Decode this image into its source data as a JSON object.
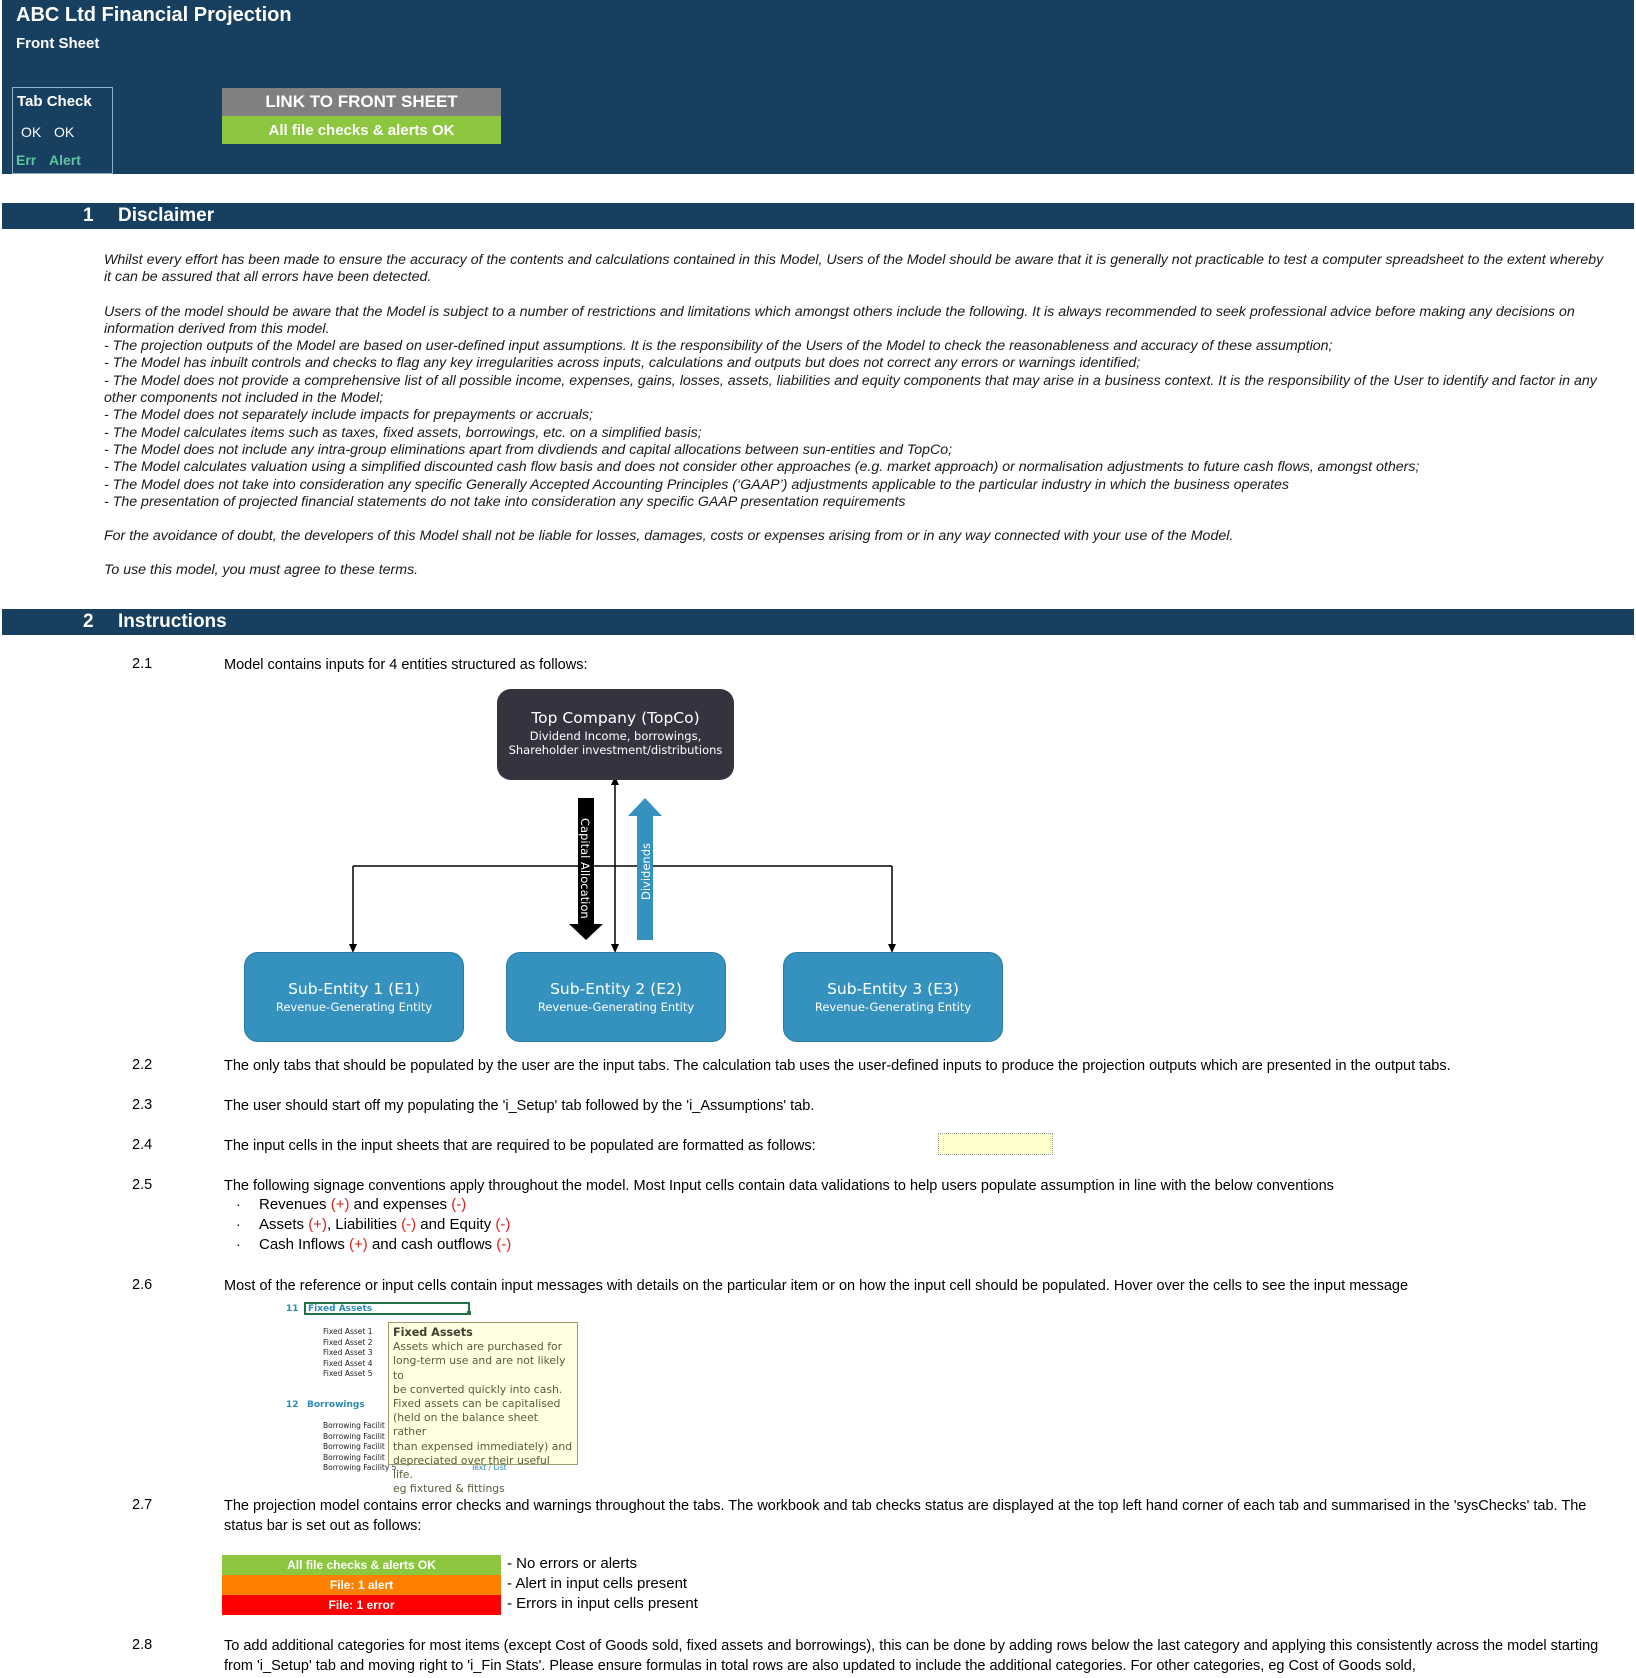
{
  "header": {
    "title": "ABC Ltd Financial Projection",
    "subtitle": "Front Sheet",
    "tab_check": {
      "title": "Tab Check",
      "ok_1": "OK",
      "ok_2": "OK",
      "err": "Err",
      "alert": "Alert"
    },
    "link_button": "LINK TO FRONT SHEET",
    "status": "All file checks & alerts OK"
  },
  "sections": [
    {
      "num": "1",
      "label": "Disclaimer"
    },
    {
      "num": "2",
      "label": "Instructions"
    }
  ],
  "disclaimer": {
    "p1": "Whilst every effort has been made to ensure the accuracy of the contents and calculations contained in this Model, Users of the Model should be aware that it is generally not practicable to test a computer spreadsheet to the extent whereby it can be assured that all errors have been detected.",
    "p2": "Users of the model should be aware that the Model is subject to a number of restrictions and limitations which amongst others include the following. It is always recommended to seek professional advice before making any decisions on information derived from this model.",
    "items": [
      "- The projection outputs of the Model are based on user-defined input assumptions. It is the responsibility of the Users of the Model to check the reasonableness and accuracy of these assumption;",
      "- The Model has inbuilt controls and checks to flag any key irregularities across inputs, calculations and outputs but does not correct any errors or warnings identified;",
      "- The Model does not provide a comprehensive list of all possible income, expenses, gains, losses, assets, liabilities and equity components that may arise in a business context. It is the responsibility of the User to identify and factor in any other components not included in the Model;",
      "- The Model does not separately include impacts for prepayments or accruals;",
      "- The Model calculates items such as taxes, fixed assets, borrowings, etc. on a simplified basis;",
      "- The Model does not include any intra-group eliminations apart from divdiends and capital allocations between sun-entities and TopCo;",
      "- The Model calculates valuation using a simplified discounted cash flow basis and does not consider other approaches (e.g. market approach) or normalisation adjustments to future cash flows, amongst others;",
      "- The Model does not take into consideration any specific Generally Accepted Accounting Principles (‘GAAP’) adjustments applicable to the particular industry in which the business operates",
      "- The presentation of projected financial statements do not take into consideration any specific GAAP presentation requirements"
    ],
    "p3": "For the avoidance of doubt, the developers of this Model shall not be liable for losses, damages, costs or expenses arising from or in any way connected with your use of the Model.",
    "p4": "To use this model, you must agree to these terms."
  },
  "instructions": {
    "i21": {
      "num": "2.1",
      "text": "Model contains inputs for 4 entities structured as follows:"
    },
    "i22": {
      "num": "2.2",
      "text": "The only tabs that should be populated by the user are the input tabs. The calculation tab uses the user-defined inputs to produce the projection outputs which are presented in the output tabs."
    },
    "i23": {
      "num": "2.3",
      "text": "The user should start off my populating the 'i_Setup' tab followed by the 'i_Assumptions' tab."
    },
    "i24": {
      "num": "2.4",
      "text": "The input cells in the input sheets that are required to be populated are formatted as follows:"
    },
    "i25": {
      "num": "2.5",
      "text": "The following signage conventions apply throughout the model. Most Input cells contain data validations to help users populate assumption in line with the below conventions"
    },
    "bullets": {
      "b1": {
        "a": "Revenues ",
        "b": "(+)",
        "c": " and expenses ",
        "d": "(-)"
      },
      "b2": {
        "a": "Assets ",
        "b": "(+)",
        "c": ", Liabilities ",
        "d": "(-)",
        "e": " and Equity ",
        "f": "(-)"
      },
      "b3": {
        "a": "Cash Inflows ",
        "b": "(+)",
        "c": " and cash outflows ",
        "d": "(-)"
      },
      "dot": "·"
    },
    "i26": {
      "num": "2.6",
      "text": "Most of the reference or input cells contain input messages with details on the particular item or on how the input cell should be populated. Hover over the cells to see the input message"
    },
    "i27": {
      "num": "2.7",
      "text": "The projection model contains error checks and warnings throughout the tabs. The workbook and tab checks status are displayed at the top left hand corner of each tab and summarised in the 'sysChecks' tab. The status bar is set out as follows:"
    },
    "i28": {
      "num": "2.8",
      "text": "To add additional categories for most items (except Cost of Goods sold, fixed assets and borrowings), this can be done by adding rows below the last category and applying this consistently across the model starting from 'i_Setup' tab and moving right to 'i_Fin Stats'. Please ensure formulas in total rows are also updated to include the additional categories. For other categories, eg Cost of Goods sold,"
    }
  },
  "diagram": {
    "topco": {
      "title": "Top Company (TopCo)",
      "line1": "Dividend Income, borrowings,",
      "line2": "Shareholder investment/distributions"
    },
    "capital_allocation": "Capital Allocation",
    "dividends": "Dividends",
    "e1": {
      "title": "Sub-Entity 1 (E1)",
      "sub": "Revenue-Generating Entity"
    },
    "e2": {
      "title": "Sub-Entity 2 (E2)",
      "sub": "Revenue-Generating Entity"
    },
    "e3": {
      "title": "Sub-Entity 3 (E3)",
      "sub": "Revenue-Generating Entity"
    },
    "colors": {
      "topco": "#343441",
      "sub": "#3592be",
      "arrow_dark": "#000000",
      "arrow_blue": "#3592be"
    }
  },
  "example_sheet": {
    "sec11_num": "11",
    "sec11_label": "Fixed Assets",
    "fixed_assets": [
      "Fixed Asset 1",
      "Fixed Asset 2",
      "Fixed Asset 3",
      "Fixed Asset 4",
      "Fixed Asset 5"
    ],
    "sec12_num": "12",
    "sec12_label": "Borrowings",
    "borrowings": [
      "Borrowing Facilit",
      "Borrowing Facilit",
      "Borrowing Facilit",
      "Borrowing Facilit",
      "Borrowing Facility 5"
    ],
    "tiny_label": "Text / List",
    "tooltip": {
      "title": "Fixed Assets",
      "lines": [
        "Assets which are purchased for",
        "long-term use and are not likely to",
        "be converted quickly into cash.",
        "Fixed assets can be capitalised",
        "(held on the balance sheet rather",
        "than expensed immediately) and",
        "depreciated over their useful life.",
        "eg fixtured & fittings"
      ]
    }
  },
  "status_legend": [
    {
      "label": "All file checks & alerts OK",
      "desc": "- No errors or alerts",
      "color": "#8dc63f"
    },
    {
      "label": "File: 1 alert",
      "desc": "- Alert in input cells present",
      "color": "#ff8000"
    },
    {
      "label": "File: 1 error",
      "desc": "- Errors in input cells present",
      "color": "#ff0000"
    }
  ]
}
